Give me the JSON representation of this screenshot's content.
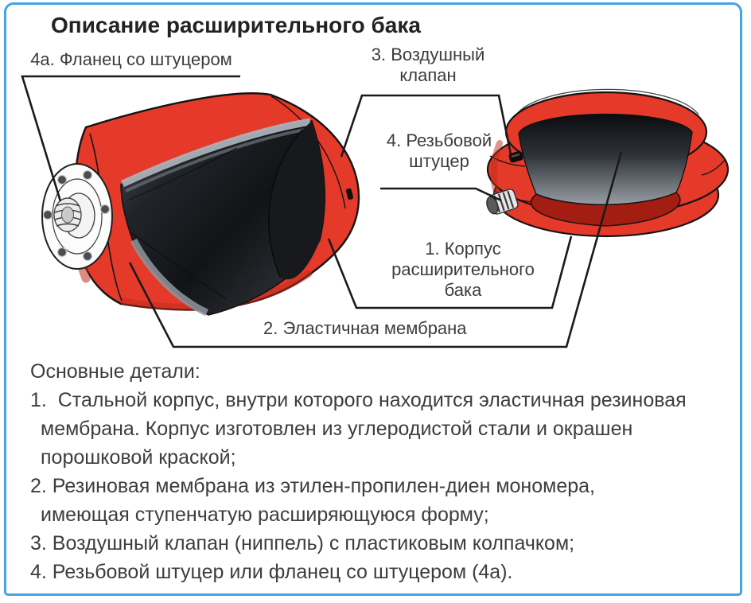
{
  "title": "Описание расширительного бака",
  "callouts": {
    "flange": "4а. Фланец со штуцером",
    "air_valve": "3. Воздушный\nклапан",
    "threaded_fitting": "4. Резьбовой\nштуцер",
    "tank_body": "1. Корпус\nрасширительного\nбака",
    "membrane": "2. Эластичная мембрана"
  },
  "notes": {
    "intro": "Основные детали:",
    "items": [
      {
        "lines": [
          "1.  Стальной корпус, внутри которого находится эластичная резиновая",
          "мембрана. Корпус изготовлен из углеродистой стали и окрашен",
          "порошковой краской;"
        ]
      },
      {
        "lines": [
          "2. Резиновая мембрана из этилен-пропилен-диен мономера,",
          "имеющая ступенчатую расширяющуюся форму;"
        ]
      },
      {
        "lines": [
          "3. Воздушный клапан (ниппель) с пластиковым колпачком;"
        ]
      },
      {
        "lines": [
          "4. Резьбовой штуцер или фланец со штуцером (4а)."
        ]
      }
    ]
  },
  "colors": {
    "frame_border": "#41a4e4",
    "tank_red": "#e5392a",
    "tank_red_shadow": "#bf2b19",
    "interior_red": "#a41d12",
    "membrane_dark": "#1a1d21",
    "line": "#1a1a1a",
    "text": "#3d3d3d"
  }
}
